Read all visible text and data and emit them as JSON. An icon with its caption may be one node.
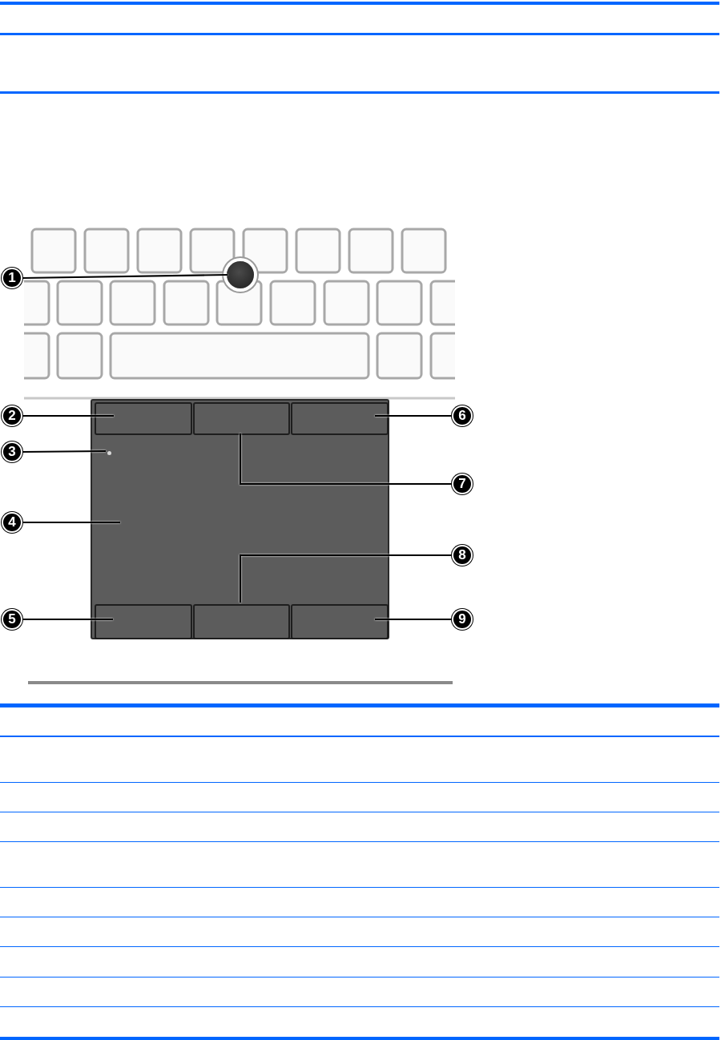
{
  "diagram": {
    "nodes": [
      {
        "text": [
          "1"
        ]
      },
      {
        "text": [],
        "shape": "circle"
      },
      {
        "text": [],
        "shape": "box"
      },
      {
        "text": [
          "2"
        ]
      },
      {
        "text": [],
        "shape": "box",
        "in": 2
      },
      {
        "text": [
          "3"
        ]
      },
      {
        "text": [],
        "shape": "circle",
        "in": 2
      },
      {
        "text": [
          "4"
        ]
      },
      {
        "text": [
          "5"
        ]
      },
      {
        "text": [],
        "shape": "box",
        "in": 2
      },
      {
        "text": [
          "6"
        ]
      },
      {
        "text": [],
        "shape": "box",
        "in": 2
      },
      {
        "text": [
          "7"
        ]
      },
      {
        "text": [],
        "shape": "box",
        "in": 2
      },
      {
        "text": [
          "8"
        ]
      },
      {
        "text": [],
        "shape": "box",
        "in": 2
      },
      {
        "text": [
          "9"
        ]
      },
      {
        "text": [],
        "shape": "box",
        "in": 2
      }
    ],
    "edges": [
      {
        "from": 0,
        "to": 1,
        "arrow": "none"
      },
      {
        "from": 3,
        "to": 4,
        "arrow": "none"
      },
      {
        "from": 5,
        "to": 6,
        "arrow": "none"
      },
      {
        "from": 7,
        "to": 2,
        "arrow": "none"
      },
      {
        "from": 8,
        "to": 9,
        "arrow": "none"
      },
      {
        "from": 10,
        "to": 11,
        "arrow": "none"
      },
      {
        "from": 12,
        "to": 13,
        "arrow": "none"
      },
      {
        "from": 14,
        "to": 15,
        "arrow": "none"
      },
      {
        "from": 16,
        "to": 17,
        "arrow": "none"
      }
    ]
  }
}
